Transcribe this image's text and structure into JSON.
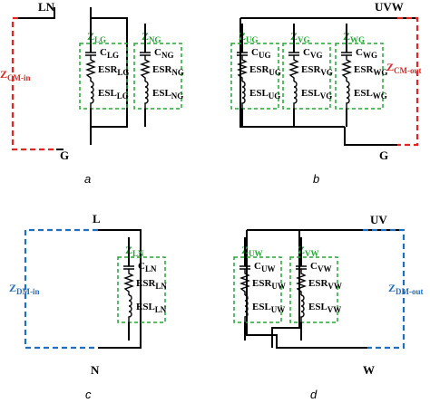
{
  "panel_a": {
    "caption": "a",
    "top_node": "LN",
    "bottom_node": "G",
    "loop_label": "Z",
    "loop_sub": "CM-in",
    "branches": [
      {
        "z": "Z",
        "z_sub": "LG",
        "c": "C",
        "c_sub": "LG",
        "esr": "ESR",
        "esr_sub": "LG",
        "esl": "ESL",
        "esl_sub": "LG"
      },
      {
        "z": "Z",
        "z_sub": "NG",
        "c": "C",
        "c_sub": "NG",
        "esr": "ESR",
        "esr_sub": "NG",
        "esl": "ESL",
        "esl_sub": "NG"
      }
    ]
  },
  "panel_b": {
    "caption": "b",
    "top_node": "UVW",
    "bottom_node": "G",
    "loop_label": "Z",
    "loop_sub": "CM-out",
    "branches": [
      {
        "z": "Z",
        "z_sub": "UG",
        "c": "C",
        "c_sub": "UG",
        "esr": "ESR",
        "esr_sub": "UG",
        "esl": "ESL",
        "esl_sub": "UG"
      },
      {
        "z": "Z",
        "z_sub": "VG",
        "c": "C",
        "c_sub": "VG",
        "esr": "ESR",
        "esr_sub": "VG",
        "esl": "ESL",
        "esl_sub": "VG"
      },
      {
        "z": "Z",
        "z_sub": "WG",
        "c": "C",
        "c_sub": "WG",
        "esr": "ESR",
        "esr_sub": "WG",
        "esl": "ESL",
        "esl_sub": "WG"
      }
    ]
  },
  "panel_c": {
    "caption": "c",
    "top_node": "L",
    "bottom_node": "N",
    "loop_label": "Z",
    "loop_sub": "DM-in",
    "branches": [
      {
        "z": "Z",
        "z_sub": "LN",
        "c": "C",
        "c_sub": "LN",
        "esr": "ESR",
        "esr_sub": "LN",
        "esl": "ESL",
        "esl_sub": "LN"
      }
    ]
  },
  "panel_d": {
    "caption": "d",
    "top_node": "UV",
    "bottom_node": "W",
    "loop_label": "Z",
    "loop_sub": "DM-out",
    "branches": [
      {
        "z": "Z",
        "z_sub": "UW",
        "c": "C",
        "c_sub": "UW",
        "esr": "ESR",
        "esr_sub": "UW",
        "esl": "ESL",
        "esl_sub": "UW"
      },
      {
        "z": "Z",
        "z_sub": "VW",
        "c": "C",
        "c_sub": "VW",
        "esr": "ESR",
        "esr_sub": "VW",
        "esl": "ESL",
        "esl_sub": "VW"
      }
    ]
  },
  "colors": {
    "impedance_box": "#1faa2f",
    "cm_loop": "#e0261f",
    "dm_loop": "#1f6fc1"
  }
}
